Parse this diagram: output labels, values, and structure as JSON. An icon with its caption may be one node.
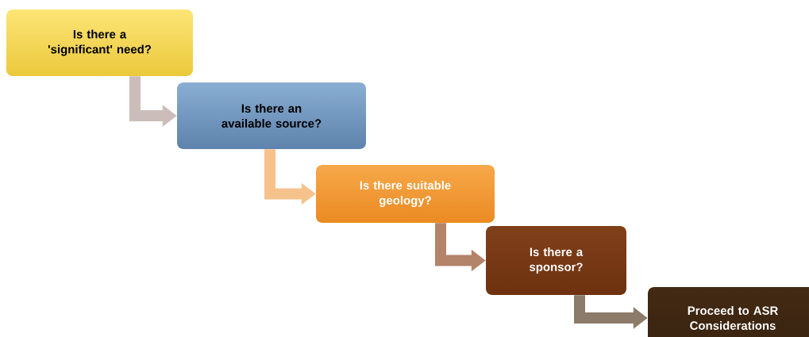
{
  "diagram": {
    "nodes": [
      {
        "text": [
          "Is there a 'significant' need?"
        ]
      },
      {
        "text": [
          "Is there an available source?"
        ]
      },
      {
        "text": [
          "Is there suitable geology?"
        ]
      },
      {
        "text": [
          "Is there a sponsor?"
        ]
      },
      {
        "text": [
          "Proceed to ASR Considerations"
        ]
      }
    ],
    "edges": [
      {
        "from": 0,
        "to": 1,
        "arrow": "to",
        "color": "#cbbdb9"
      },
      {
        "from": 1,
        "to": 2,
        "arrow": "to",
        "color": "#f6c28c"
      },
      {
        "from": 2,
        "to": 3,
        "arrow": "to",
        "color": "#b3836a"
      },
      {
        "from": 3,
        "to": 4,
        "arrow": "to",
        "color": "#8c7b69"
      }
    ]
  }
}
